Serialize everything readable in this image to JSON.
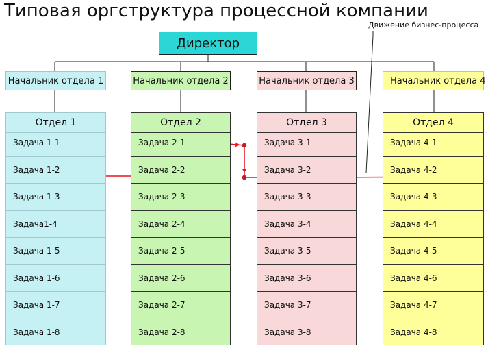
{
  "title": "Типовая оргструктура процессной компании",
  "note": "Движение бизнес-процесса",
  "director": "Директор",
  "heads": [
    "Начальник отдела 1",
    "Начальник отдела 2",
    "Начальник отдела 3",
    "Начальник отдела 4"
  ],
  "departments": [
    {
      "name": "Отдел 1",
      "color": "#c6f1f4",
      "border": "#9fc7cc",
      "tasks": [
        "Задача 1-1",
        "Задача 1-2",
        "Задача 1-3",
        "Задача1-4",
        "Задача 1-5",
        "Задача 1-6",
        "Задача 1-7",
        "Задача 1-8"
      ]
    },
    {
      "name": "Отдел 2",
      "color": "#c9f5b3",
      "border": "#333333",
      "tasks": [
        "Задача 2-1",
        "Задача 2-2",
        "Задача 2-3",
        "Задача 2-4",
        "Задача 2-5",
        "Задача 2-6",
        "Задача 2-7",
        "Задача 2-8"
      ]
    },
    {
      "name": "Отдел 3",
      "color": "#f8d8d8",
      "border": "#333333",
      "tasks": [
        "Задача 3-1",
        "Задача 3-2",
        "Задача 3-3",
        "Задача 3-4",
        "Задача 3-5",
        "Задача 3-6",
        "Задача 3-7",
        "Задача 3-8"
      ]
    },
    {
      "name": "Отдел 4",
      "color": "#ffff99",
      "border": "#333333",
      "tasks": [
        "Задача 4-1",
        "Задача 4-2",
        "Задача 4-3",
        "Задача 4-4",
        "Задача 4-5",
        "Задача 4-6",
        "Задача 4-7",
        "Задача 4-8"
      ]
    }
  ],
  "colors": {
    "flow": "#e8141e",
    "dot": "#c21d2c",
    "director": "#2ad6d6"
  }
}
